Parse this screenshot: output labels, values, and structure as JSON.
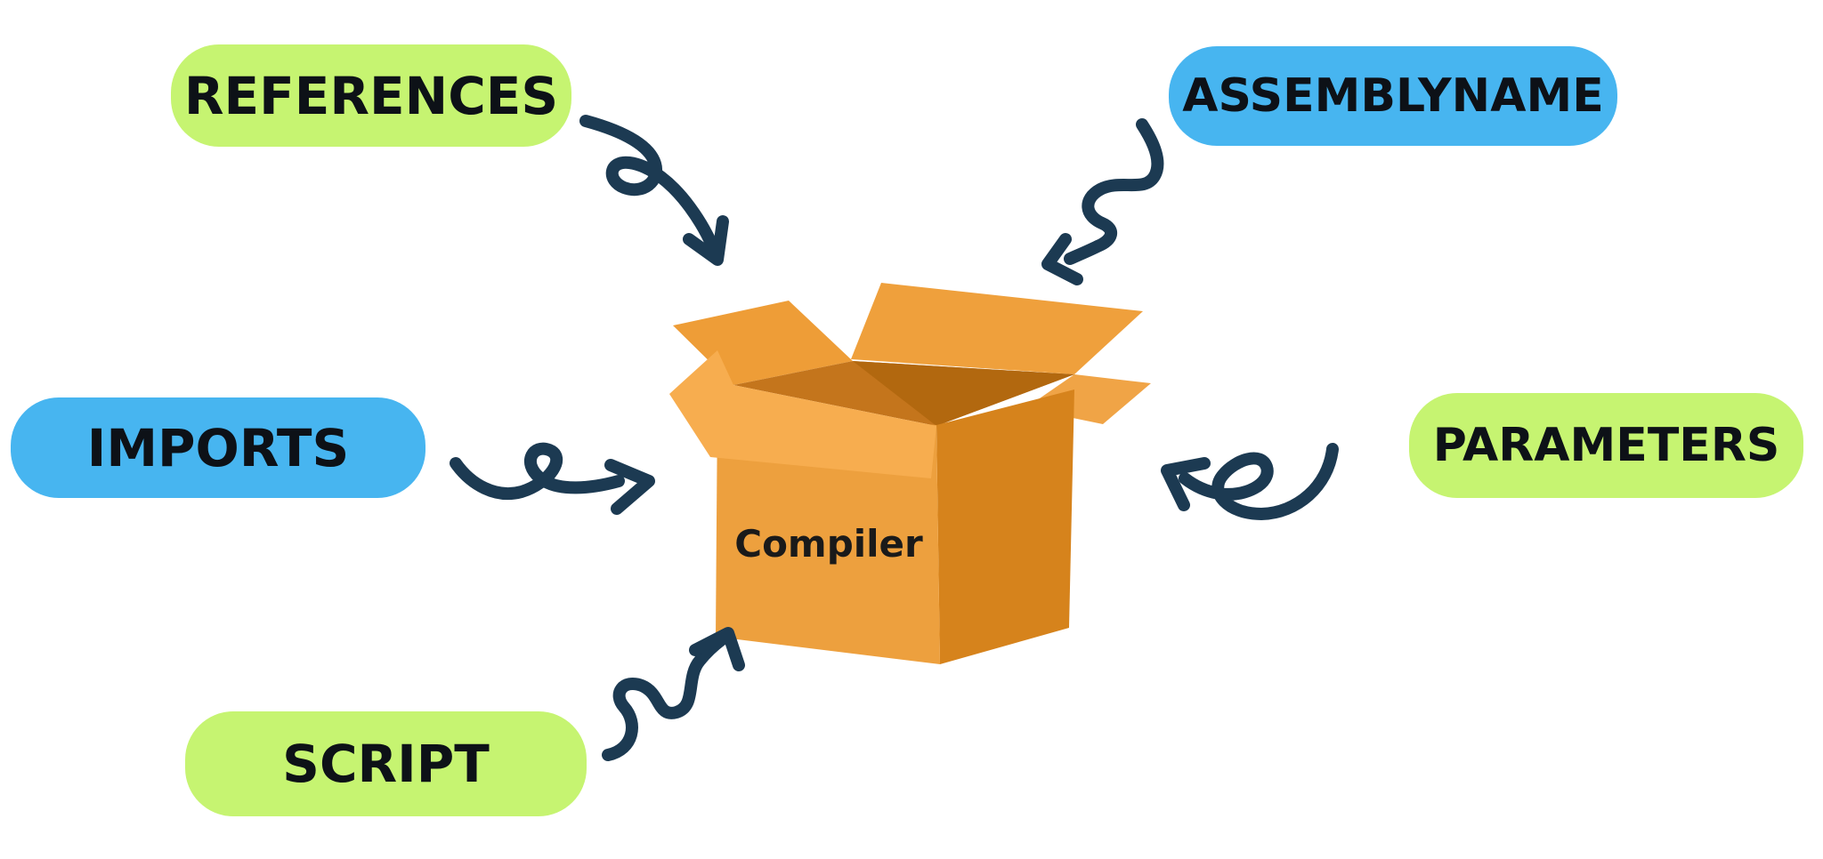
{
  "diagram": {
    "background": "#ffffff",
    "box": {
      "label": "Compiler",
      "front_color": "#eda03e",
      "side_color": "#d6831c",
      "flap_light_color": "#f7ad4f",
      "flap_mid_color": "#efa03c",
      "interior_color": "#c4751c",
      "interior_shadow_color": "#b2680f",
      "label_color": "#1a1a1a"
    },
    "nodes": [
      {
        "id": "references",
        "label": "REFERENCES",
        "fill": "#c6f471",
        "text_color": "#0d1117",
        "position": "top-left"
      },
      {
        "id": "assemblyname",
        "label": "ASSEMBLYNAME",
        "fill": "#47b5f0",
        "text_color": "#0d1117",
        "position": "top-right"
      },
      {
        "id": "imports",
        "label": "IMPORTS",
        "fill": "#47b5f0",
        "text_color": "#0d1117",
        "position": "middle-left"
      },
      {
        "id": "parameters",
        "label": "PARAMETERS",
        "fill": "#c6f471",
        "text_color": "#0d1117",
        "position": "middle-right"
      },
      {
        "id": "script",
        "label": "SCRIPT",
        "fill": "#c6f471",
        "text_color": "#0d1117",
        "position": "bottom-left"
      }
    ],
    "arrows": [
      {
        "from": "references",
        "to": "compiler-box",
        "style": "curl-loop, pointing down-right",
        "color": "#1c3a52"
      },
      {
        "from": "assemblyname",
        "to": "compiler-box",
        "style": "wavy squiggle, pointing down-left",
        "color": "#1c3a52"
      },
      {
        "from": "imports",
        "to": "compiler-box",
        "style": "curl-loop, pointing right",
        "color": "#1c3a52"
      },
      {
        "from": "parameters",
        "to": "compiler-box",
        "style": "e-loop, pointing up-left",
        "color": "#1c3a52"
      },
      {
        "from": "script",
        "to": "compiler-box",
        "style": "wavy squiggle, pointing up-right",
        "color": "#1c3a52"
      }
    ]
  }
}
